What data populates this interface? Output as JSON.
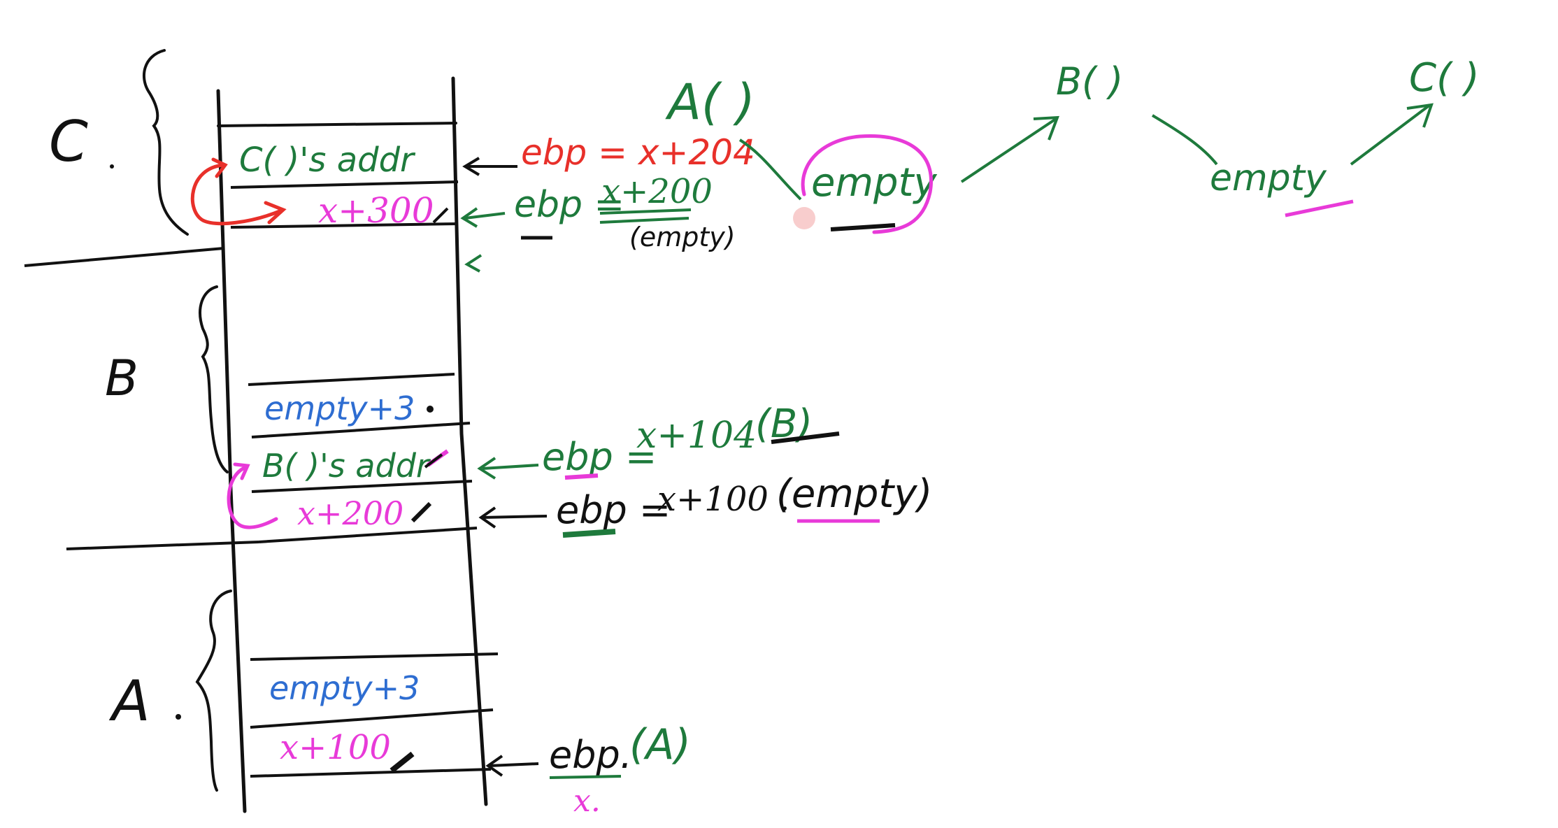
{
  "frames": {
    "c": "C",
    "b": "B",
    "a": "A"
  },
  "stack": {
    "c_ret": "C( )'s addr",
    "c_saved": "x+300",
    "b_local": "empty+3",
    "b_ret": "B( )'s addr",
    "b_saved": "x+200",
    "a_local": "empty+3",
    "a_saved": "x+100"
  },
  "annotations": {
    "ebp_c1": "ebp = x+204",
    "ebp_c2_prefix": "ebp =",
    "ebp_c2_value": "x+200",
    "ebp_c2_note": "(empty)",
    "ebp_b1_prefix": "ebp =",
    "ebp_b1_value": "x+104",
    "ebp_b1_tag": "(B)",
    "ebp_b2_prefix": "ebp =",
    "ebp_b2_value": "x+100 .",
    "ebp_b2_note": "(empty)",
    "ebp_a": "ebp.",
    "ebp_a_tag": "(A)",
    "ebp_a_value": "x."
  },
  "flow": {
    "a_call": "A( )",
    "a_empty": "empty",
    "b_call": "B( )",
    "b_empty": "empty",
    "c_call": "C( )"
  },
  "colors": {
    "ink": "#111111",
    "green": "#1e7a3c",
    "magenta": "#e83ad8",
    "red": "#e8302a",
    "blue": "#2e6dd1"
  }
}
